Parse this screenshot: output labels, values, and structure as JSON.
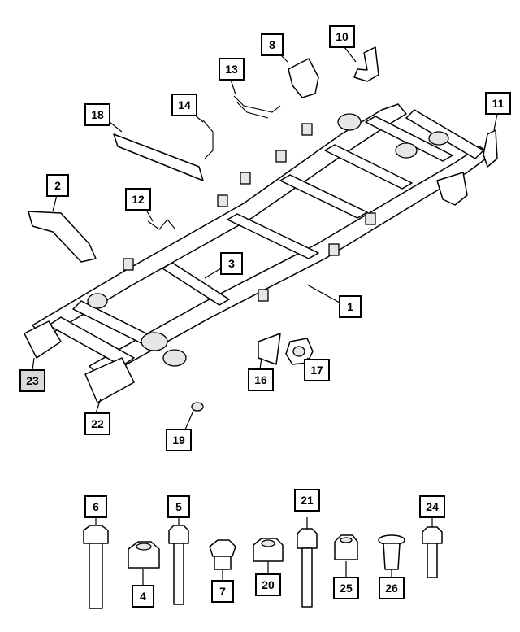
{
  "callouts": [
    {
      "id": "1",
      "label": "1"
    },
    {
      "id": "2",
      "label": "2"
    },
    {
      "id": "3",
      "label": "3"
    },
    {
      "id": "4",
      "label": "4"
    },
    {
      "id": "5",
      "label": "5"
    },
    {
      "id": "6",
      "label": "6"
    },
    {
      "id": "7",
      "label": "7"
    },
    {
      "id": "8",
      "label": "8"
    },
    {
      "id": "10",
      "label": "10"
    },
    {
      "id": "11",
      "label": "11"
    },
    {
      "id": "12",
      "label": "12"
    },
    {
      "id": "13",
      "label": "13"
    },
    {
      "id": "14",
      "label": "14"
    },
    {
      "id": "16",
      "label": "16"
    },
    {
      "id": "17",
      "label": "17"
    },
    {
      "id": "18",
      "label": "18"
    },
    {
      "id": "19",
      "label": "19"
    },
    {
      "id": "20",
      "label": "20"
    },
    {
      "id": "21",
      "label": "21"
    },
    {
      "id": "22",
      "label": "22"
    },
    {
      "id": "23",
      "label": "23"
    },
    {
      "id": "24",
      "label": "24"
    },
    {
      "id": "25",
      "label": "25"
    },
    {
      "id": "26",
      "label": "26"
    }
  ]
}
